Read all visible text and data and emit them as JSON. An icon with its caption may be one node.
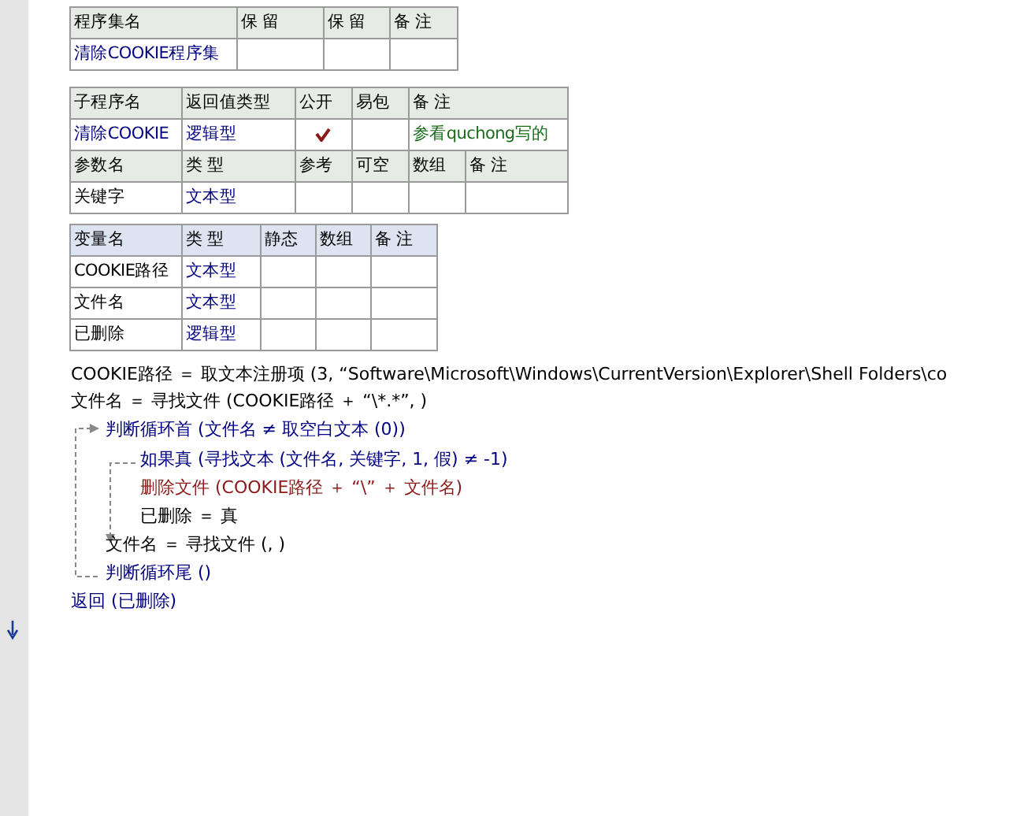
{
  "diagram": {
    "labels": [
      "程序集名",
      "保 留",
      "保 留",
      "备 注",
      "清除COOKIE程序集",
      "子程序名",
      "返回值类型",
      "公开",
      "易包",
      "备 注",
      "清除COOKIE",
      "逻辑型",
      "参看quchong写的",
      "参数名",
      "类 型",
      "参考",
      "可空",
      "数组",
      "备 注",
      "关键字",
      "文本型",
      "变量名",
      "类 型",
      "静态",
      "数组",
      "备 注",
      "COOKIE路径",
      "文本型",
      "文件名",
      "文本型",
      "已删除",
      "逻辑型",
      "COOKIE路径 ＝ 取文本注册项 (3, “Software\\Microsoft\\Windows\\CurrentVersion\\Explorer\\Shell Folders\\co",
      "文件名 ＝ 寻找文件 (COOKIE路径 ＋ “\\*.*”, )",
      "判断循环首 (文件名 ≠ 取空白文本 (0))",
      "如果真 (寻找文本 (文件名, 关键字, 1, 假) ≠ -1)",
      "删除文件 (COOKIE路径 ＋ “\\” ＋ 文件名)",
      "已删除 ＝ 真",
      "文件名 ＝ 寻找文件 (, )",
      "判断循环尾 ()",
      "返回 (已删除)"
    ]
  }
}
